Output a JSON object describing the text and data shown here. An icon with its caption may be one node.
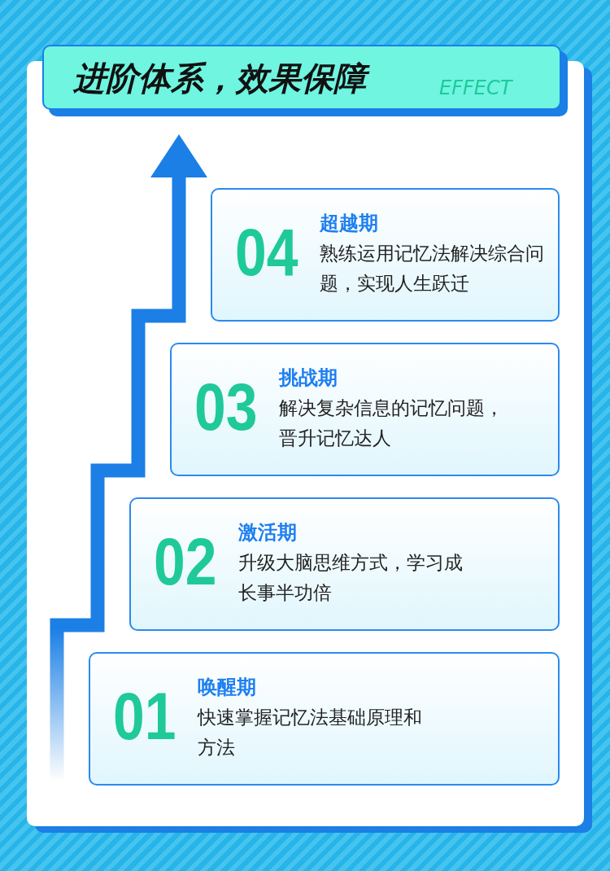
{
  "diagram": {
    "title": "进阶体系，效果保障",
    "nodes": [
      {
        "text": [
          "04",
          "超越期",
          "熟练运用记忆法解决综合问题，实现人生跃迁"
        ]
      },
      {
        "text": [
          "03",
          "挑战期",
          "解决复杂信息的记忆问题，晋升记忆达人"
        ]
      },
      {
        "text": [
          "02",
          "激活期",
          "升级大脑思维方式，学习成长事半功倍"
        ]
      },
      {
        "text": [
          "01",
          "唤醒期",
          "快速掌握记忆法基础原理和方法"
        ]
      }
    ],
    "labels": [
      "EFFECT"
    ]
  }
}
